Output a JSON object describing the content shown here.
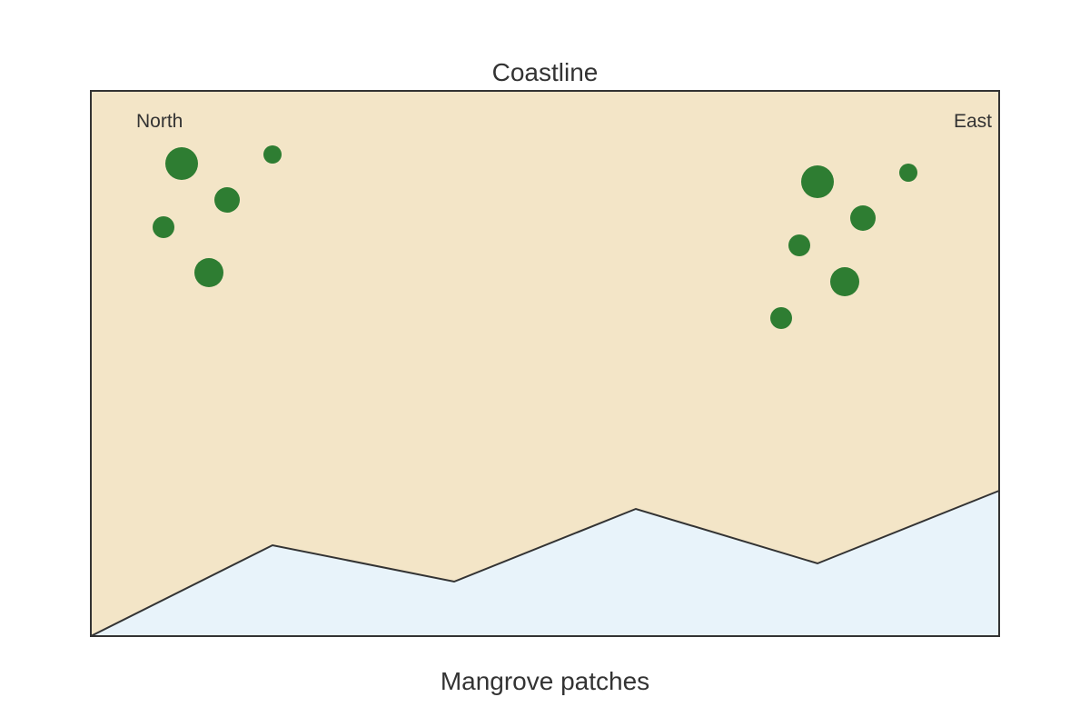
{
  "title": "Coastline",
  "caption": "Mangrove patches",
  "labels": {
    "north": "North",
    "east": "East"
  },
  "colors": {
    "land": "#f3e5c7",
    "water": "#e8f3fa",
    "mangrove": "#2e7d32",
    "outline": "#333333"
  },
  "regions": [
    {
      "name": "land",
      "type": "area"
    },
    {
      "name": "water",
      "type": "area"
    },
    {
      "name": "coastline",
      "type": "boundary"
    }
  ],
  "mangrove_groups": [
    {
      "group": "North",
      "patch_count": 5
    },
    {
      "group": "East",
      "patch_count": 6
    }
  ]
}
